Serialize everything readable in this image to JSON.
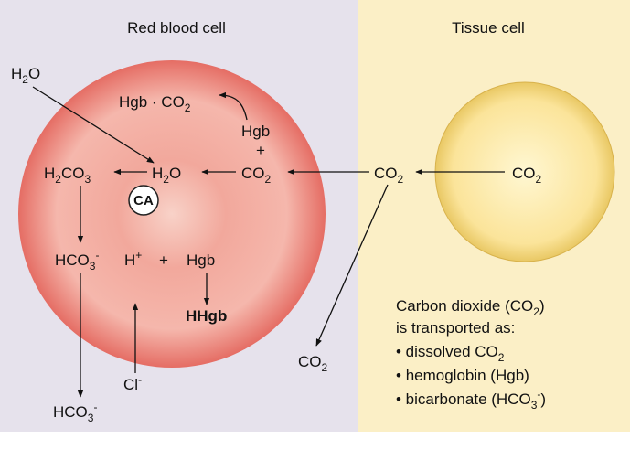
{
  "panels": {
    "left_title": "Red blood cell",
    "right_title": "Tissue cell"
  },
  "formulas": {
    "h2o_outside": "H2O",
    "hgb_co2": "Hgb · CO2",
    "hgb": "Hgb",
    "plus1": "+",
    "co2_in_rbc": "CO2",
    "h2o_in_rbc": "H2O",
    "h2co3": "H2CO3",
    "ca": "CA",
    "hco3": "HCO3-",
    "h_plus": "H+",
    "plus2": "+",
    "hgb2": "Hgb",
    "hhgb": "HHgb",
    "cl": "Cl-",
    "hco3_out": "HCO3-",
    "co2_plasma": "CO2",
    "co2_dissolved": "CO2",
    "co2_tissue": "CO2"
  },
  "notes": {
    "heading_line1": "Carbon dioxide (CO2)",
    "heading_line2": "is transported as:",
    "items": [
      "dissolved CO2",
      "hemoglobin (Hgb)",
      "bicarbonate (HCO3-)"
    ]
  },
  "colors": {
    "rbc_center": "#f6c9c0",
    "rbc_edge": "#e8786e",
    "tissue_center": "#fff6c8",
    "tissue_edge": "#ecd070"
  }
}
